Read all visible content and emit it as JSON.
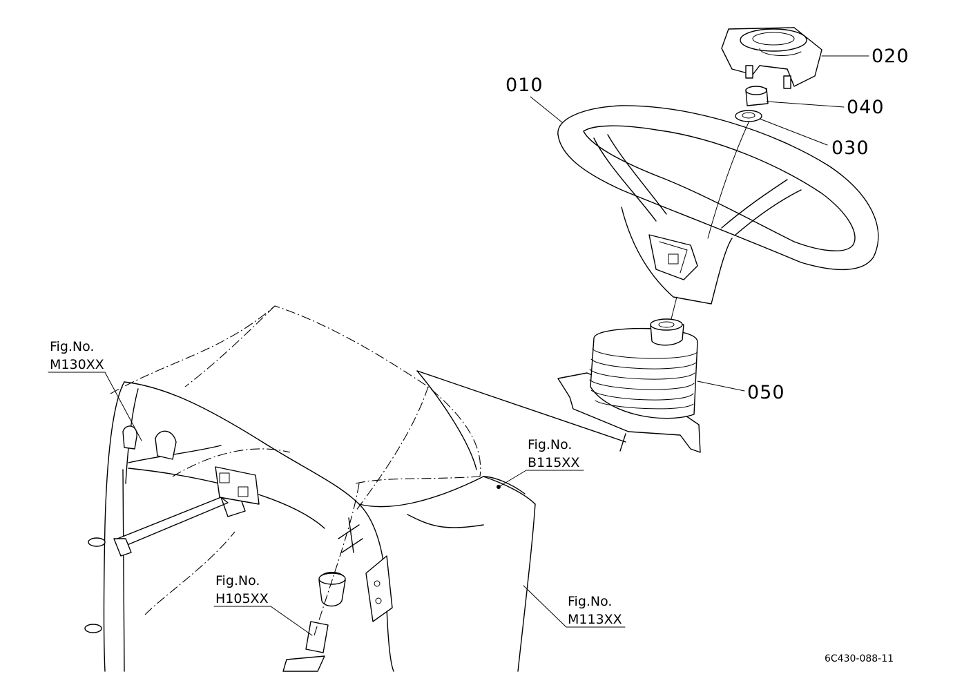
{
  "parts": [
    {
      "id": "part-010",
      "label": "010"
    },
    {
      "id": "part-020",
      "label": "020"
    },
    {
      "id": "part-030",
      "label": "030"
    },
    {
      "id": "part-040",
      "label": "040"
    },
    {
      "id": "part-050",
      "label": "050"
    }
  ],
  "figure_refs": [
    {
      "id": "m130",
      "caption": "Fig.No.",
      "code": "M130XX"
    },
    {
      "id": "b115",
      "caption": "Fig.No.",
      "code": "B115XX"
    },
    {
      "id": "h105",
      "caption": "Fig.No.",
      "code": "H105XX"
    },
    {
      "id": "m113",
      "caption": "Fig.No.",
      "code": "M113XX"
    }
  ],
  "drawing_code": "6C430-088-11"
}
